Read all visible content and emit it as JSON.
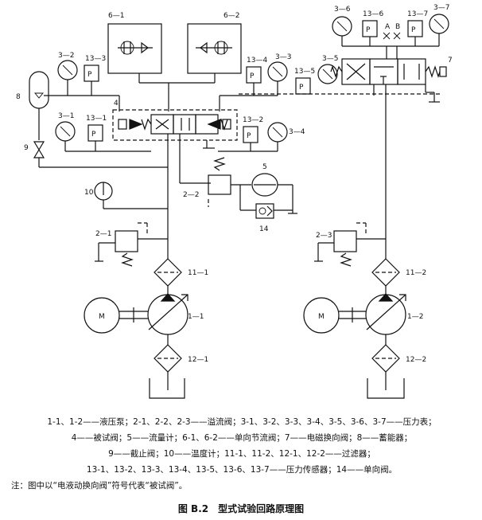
{
  "labels": {
    "l3_6": "3—6",
    "l13_6": "13—6",
    "l13_7": "13—7",
    "l3_7": "3—7",
    "lA": "A",
    "lB": "B",
    "l6_1": "6—1",
    "l6_2": "6—2",
    "l3_2": "3—2",
    "l13_3": "13—3",
    "l13_4": "13—4",
    "l3_3": "3—3",
    "l13_5": "13—5",
    "l3_5": "3—5",
    "l7": "7",
    "l8": "8",
    "l4": "4",
    "l3_1": "3—1",
    "l13_1": "13—1",
    "l13_2": "13—2",
    "l3_4": "3—4",
    "l9": "9",
    "l10": "10",
    "l5": "5",
    "l2_2": "2—2",
    "l14": "14",
    "l2_1": "2—1",
    "l2_3": "2—3",
    "l11_1": "11—1",
    "l11_2": "11—2",
    "l1_1": "1—1",
    "l1_2": "1—2",
    "l12_1": "12—1",
    "l12_2": "12—2",
    "M": "M",
    "P": "P"
  },
  "legend": {
    "line1": "1-1、1-2——液压泵；2-1、2-2、2-3——溢流阀；3-1、3-2、3-3、3-4、3-5、3-6、3-7——压力表；",
    "line2": "4——被试阀；5——流量计；6-1、6-2——单向节流阀；7——电磁换向阀；8——蓄能器；",
    "line3": "9——截止阀；10——温度计；11-1、11-2、12-1、12-2——过滤器；",
    "line4": "13-1、13-2、13-3、13-4、13-5、13-6、13-7——压力传感器；14——单向阀。",
    "note": "注：图中以“电液动换向阀”符号代表“被试阀”。"
  },
  "caption": "图 B.2　型式试验回路原理图"
}
